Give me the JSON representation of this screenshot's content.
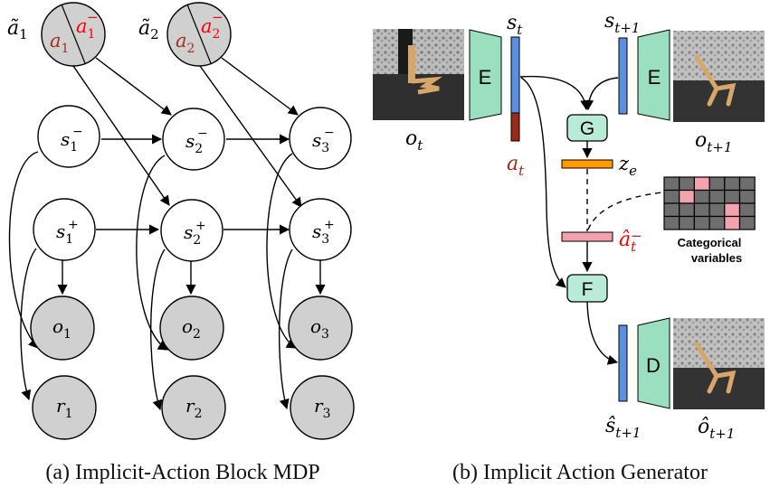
{
  "panel_a": {
    "caption": "(a) Implicit-Action Block MDP",
    "action_nodes": [
      {
        "label": "ã",
        "sub": "1",
        "left": "a",
        "left_sub": "1",
        "right": "a",
        "right_sub": "1",
        "right_sup": "−"
      },
      {
        "label": "ã",
        "sub": "2",
        "left": "a",
        "left_sub": "2",
        "right": "a",
        "right_sub": "2",
        "right_sup": "−"
      }
    ],
    "minus_states": [
      {
        "base": "s",
        "sub": "1",
        "sup": "−"
      },
      {
        "base": "s",
        "sub": "2",
        "sup": "−"
      },
      {
        "base": "s",
        "sub": "3",
        "sup": "−"
      }
    ],
    "plus_states": [
      {
        "base": "s",
        "sub": "1",
        "sup": "+"
      },
      {
        "base": "s",
        "sub": "2",
        "sup": "+"
      },
      {
        "base": "s",
        "sub": "3",
        "sup": "+"
      }
    ],
    "observations": [
      {
        "base": "o",
        "sub": "1"
      },
      {
        "base": "o",
        "sub": "2"
      },
      {
        "base": "o",
        "sub": "3"
      }
    ],
    "rewards": [
      {
        "base": "r",
        "sub": "1"
      },
      {
        "base": "r",
        "sub": "2"
      },
      {
        "base": "r",
        "sub": "3"
      }
    ]
  },
  "panel_b": {
    "caption": "(b) Implicit Action Generator",
    "encoder_label": "E",
    "decoder_label": "D",
    "g_label": "G",
    "f_label": "F",
    "o_t": {
      "base": "o",
      "sub": "t"
    },
    "o_t1": {
      "base": "o",
      "sub": "t+1"
    },
    "s_t": {
      "base": "s",
      "sub": "t"
    },
    "s_t1": {
      "base": "s",
      "sub": "t+1"
    },
    "a_t": {
      "base": "a",
      "sub": "t"
    },
    "z_e": {
      "base": "z",
      "sub": "e"
    },
    "a_hat": {
      "base": "â",
      "sub": "t",
      "sup": "−"
    },
    "s_hat": {
      "base": "ŝ",
      "sub": "t+1"
    },
    "o_hat": {
      "base": "ô",
      "sub": "t+1"
    },
    "categorical_label_line1": "Categorical",
    "categorical_label_line2": "variables",
    "categorical_grid": [
      [
        0,
        0,
        1,
        0,
        0,
        0
      ],
      [
        0,
        1,
        0,
        0,
        0,
        0
      ],
      [
        0,
        0,
        0,
        0,
        1,
        0
      ],
      [
        0,
        0,
        0,
        0,
        1,
        0
      ]
    ],
    "colors": {
      "state_bar": "#5b8fe0",
      "action_bar": "#9c2a1a",
      "encoder": "#99dfc0",
      "module": "#b9ecd6",
      "z_e_bar": "#ff9a00",
      "a_hat_bar": "#f2a2ad",
      "grid_off": "#6e6e6e",
      "grid_on": "#f4a2ae",
      "a_t_text": "#9c2a1a",
      "a_hat_text": "#ff0000"
    }
  },
  "colors": {
    "node_gray": "#d0d0d0",
    "a_text": "#a0301a",
    "a_minus_text": "#ff0000"
  }
}
